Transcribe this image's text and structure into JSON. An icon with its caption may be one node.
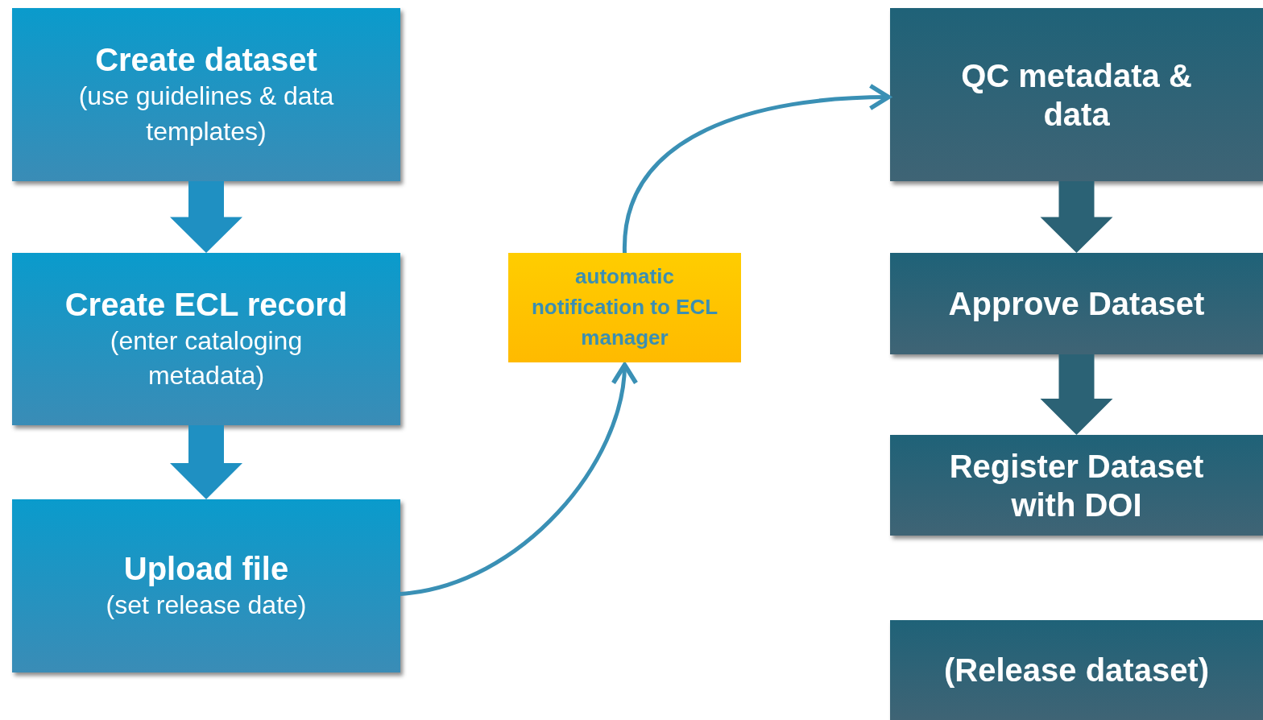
{
  "diagram": {
    "nodes": [
      {
        "text": [
          "Create dataset",
          "(use guidelines & data templates)"
        ]
      },
      {
        "text": [
          "Create ECL record",
          "(enter cataloging metadata)"
        ]
      },
      {
        "text": [
          "Upload file",
          "(set release date)"
        ]
      },
      {
        "text": [
          "automatic notification to ECL manager"
        ]
      },
      {
        "text": [
          "QC metadata & data"
        ]
      },
      {
        "text": [
          "Approve Dataset"
        ]
      },
      {
        "text": [
          "Register Dataset with DOI"
        ]
      },
      {
        "text": [
          "(Release dataset)"
        ]
      }
    ],
    "edges": [
      {
        "from": 0,
        "to": 1,
        "arrow": "to",
        "style": "thick"
      },
      {
        "from": 1,
        "to": 2,
        "arrow": "to",
        "style": "thick"
      },
      {
        "from": 2,
        "to": 3,
        "arrow": "to"
      },
      {
        "from": 3,
        "to": 4,
        "arrow": "to"
      },
      {
        "from": 4,
        "to": 5,
        "arrow": "to",
        "style": "thick",
        "color": "#2b6275"
      },
      {
        "from": 5,
        "to": 6,
        "arrow": "to",
        "style": "thick",
        "color": "#2b6275"
      }
    ]
  }
}
